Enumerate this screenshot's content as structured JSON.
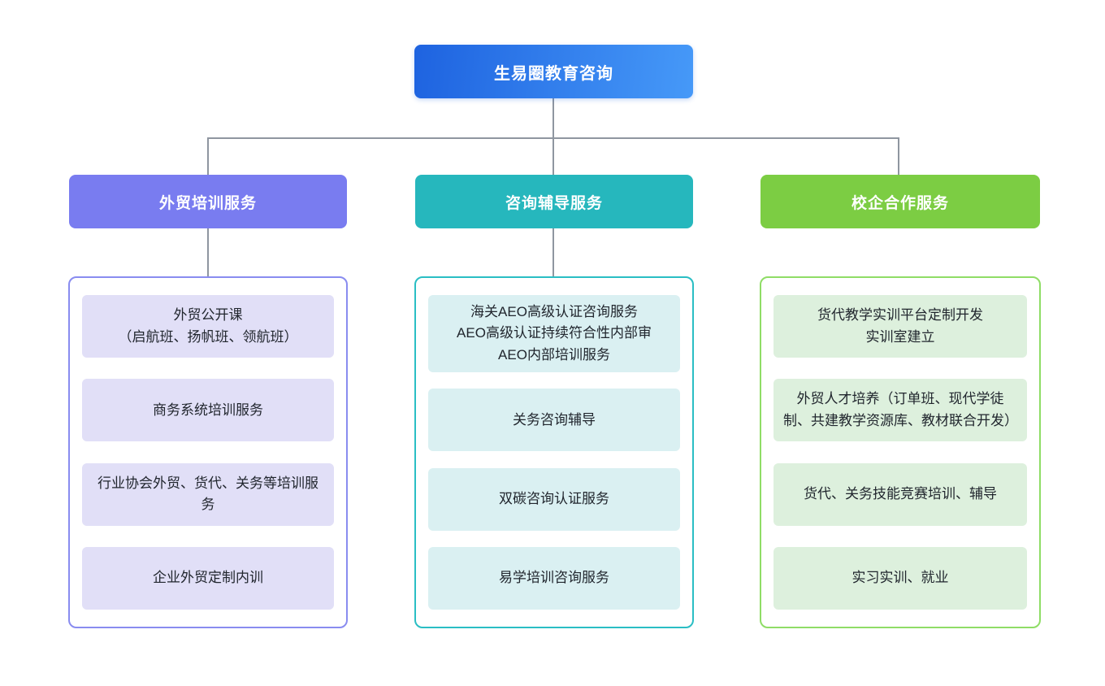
{
  "root": {
    "title": "生易圈教育咨询"
  },
  "columns": [
    {
      "title": "外贸培训服务",
      "items": [
        "外贸公开课\n（启航班、扬帆班、领航班）",
        "商务系统培训服务",
        "行业协会外贸、货代、关务等培训服务",
        "企业外贸定制内训"
      ]
    },
    {
      "title": "咨询辅导服务",
      "items": [
        "海关AEO高级认证咨询服务\nAEO高级认证持续符合性内部审\nAEO内部培训服务",
        "关务咨询辅导",
        "双碳咨询认证服务",
        "易学培训咨询服务"
      ]
    },
    {
      "title": "校企合作服务",
      "items": [
        "货代教学实训平台定制开发\n实训室建立",
        "外贸人才培养（订单班、现代学徒制、共建教学资源库、教材联合开发）",
        "货代、关务技能竞赛培训、辅导",
        "实习实训、就业"
      ]
    }
  ],
  "colors": {
    "root_grad_start": "#1e63e0",
    "root_grad_end": "#4699f8",
    "col1_header": "#797cf0",
    "col2_header": "#26b7bd",
    "col3_header": "#7ccd43",
    "col1_border": "#898cf0",
    "col2_border": "#2abec4",
    "col3_border": "#8fdd66",
    "col1_item_bg": "#e1dff7",
    "col2_item_bg": "#daf0f2",
    "col3_item_bg": "#ddf0dd",
    "connector": "#8f96a0",
    "item_text": "#21262e"
  }
}
